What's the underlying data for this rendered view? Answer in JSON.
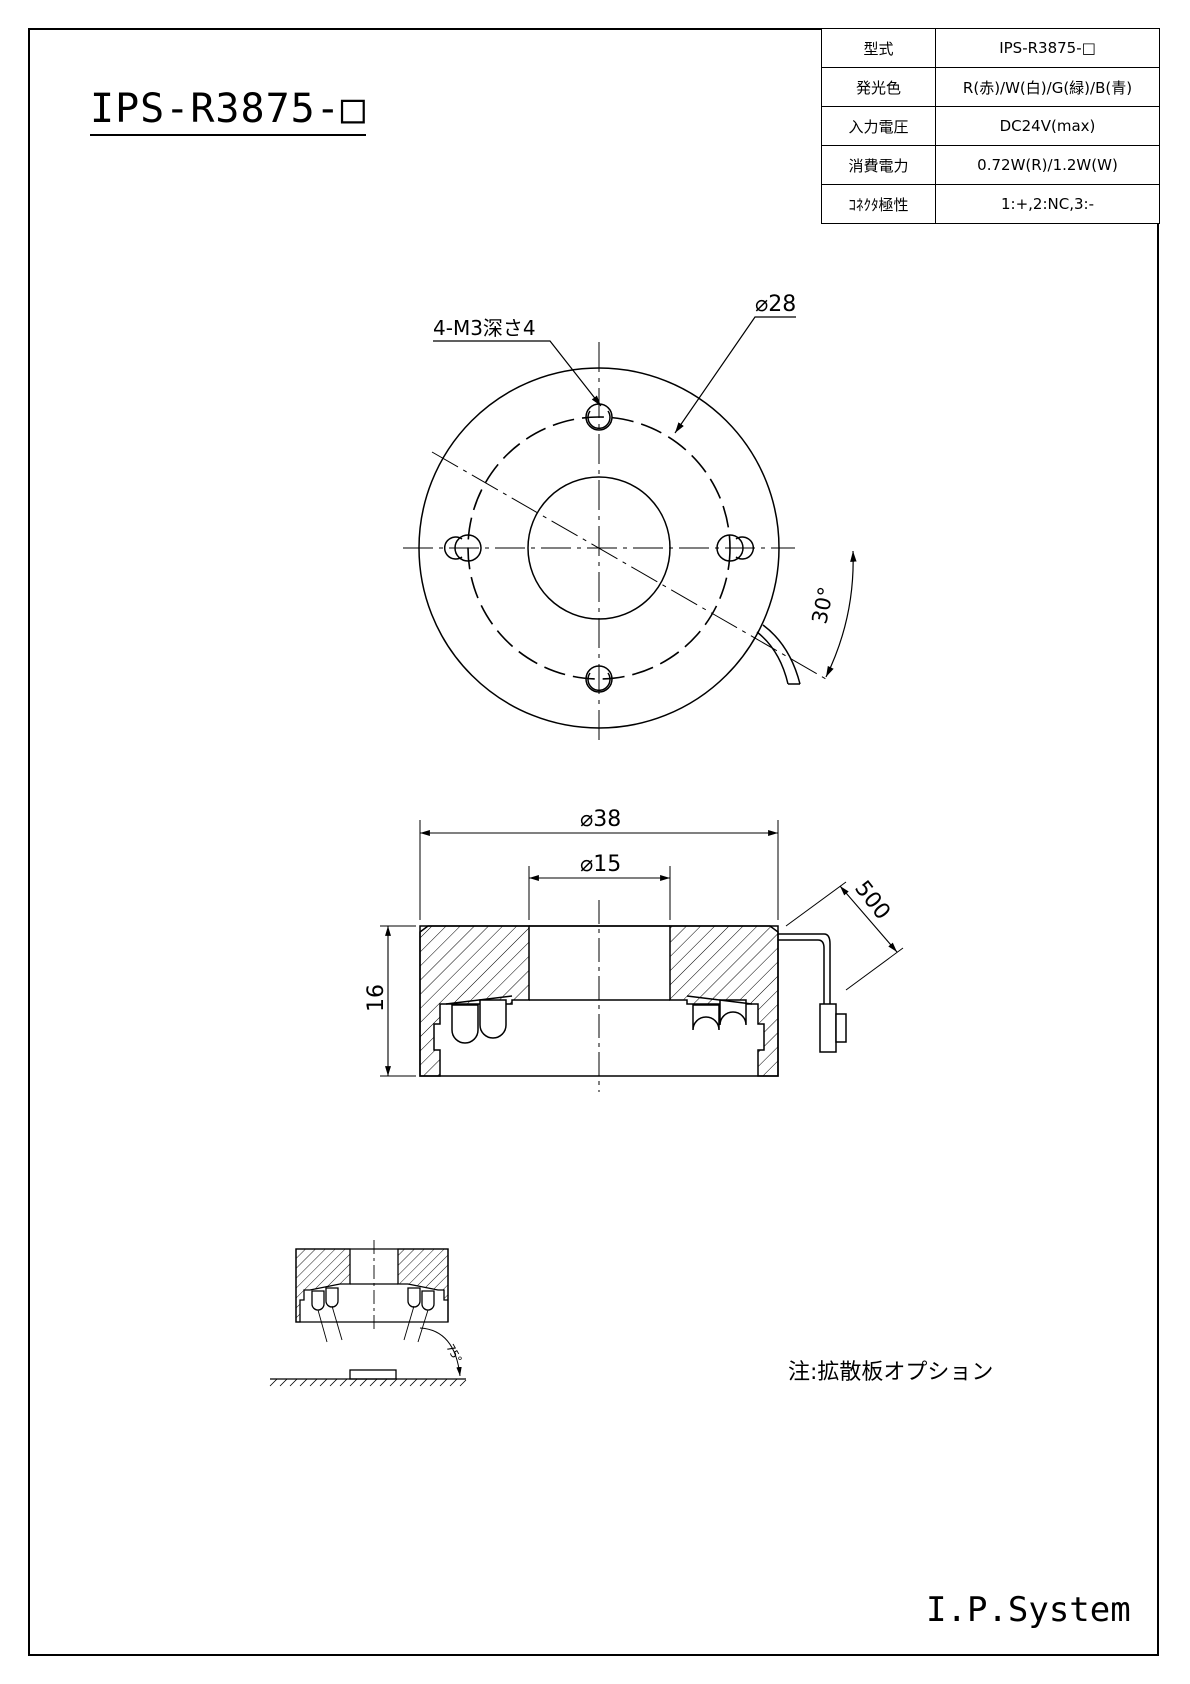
{
  "title": "IPS-R3875-□",
  "spec_table": {
    "rows": [
      {
        "key": "型式",
        "value": "IPS-R3875-□"
      },
      {
        "key": "発光色",
        "value": "R(赤)/W(白)/G(緑)/B(青)"
      },
      {
        "key": "入力電圧",
        "value": "DC24V(max)"
      },
      {
        "key": "消費電力",
        "value": "0.72W(R)/1.2W(W)"
      },
      {
        "key": "ｺﾈｸﾀ極性",
        "value": "1:+,2:NC,3:-"
      }
    ]
  },
  "dimensions": {
    "tapped_holes": "4-M3深さ4",
    "pcd": "⌀28",
    "outer_diameter": "⌀38",
    "inner_diameter": "⌀15",
    "height": "16",
    "cable_length": "500",
    "cable_angle": "30°",
    "led_angle": "75°"
  },
  "note": "注:拡散板オプション",
  "company": "I.P.System",
  "colors": {
    "line": "#000000",
    "background": "#ffffff"
  }
}
